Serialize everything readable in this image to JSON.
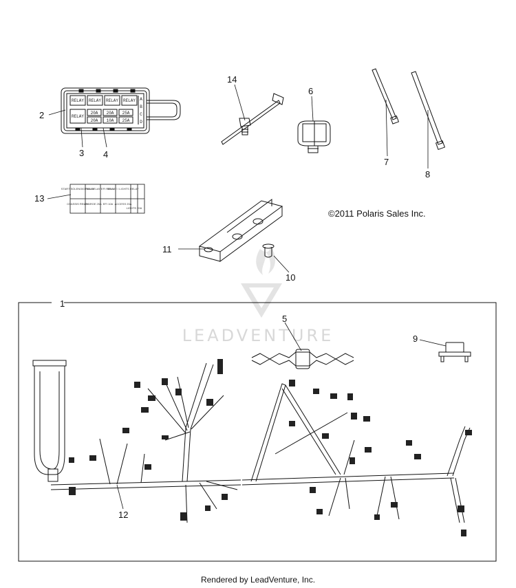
{
  "copyright": "©2011 Polaris Sales Inc.",
  "footer": "Rendered by LeadVenture, Inc.",
  "watermark": "LEADVENTURE",
  "callouts": [
    "1",
    "2",
    "3",
    "4",
    "5",
    "6",
    "7",
    "8",
    "9",
    "10",
    "11",
    "12",
    "13",
    "14"
  ],
  "fuse_box": {
    "relays": [
      "RELAY",
      "RELAY",
      "RELAY",
      "RELAY",
      "RELAY"
    ],
    "fuses": [
      "20A",
      "20A",
      "25A",
      "20A",
      "10A",
      "25A"
    ],
    "side_letters": [
      "A",
      "B",
      "C",
      "D"
    ]
  },
  "fuse_label": {
    "cells": [
      "START SOLENOID RELAY",
      "FAN RELAY",
      "EFI RELAY",
      "BRAKE / LIGHTS RELAY",
      "CHASSIS RELAY",
      "CHARGE 25A",
      "EFI 10A",
      "ACCESS 20A",
      "LIGHTS 20A"
    ]
  },
  "colors": {
    "line": "#111111",
    "watermark": "#d4d4d4"
  }
}
